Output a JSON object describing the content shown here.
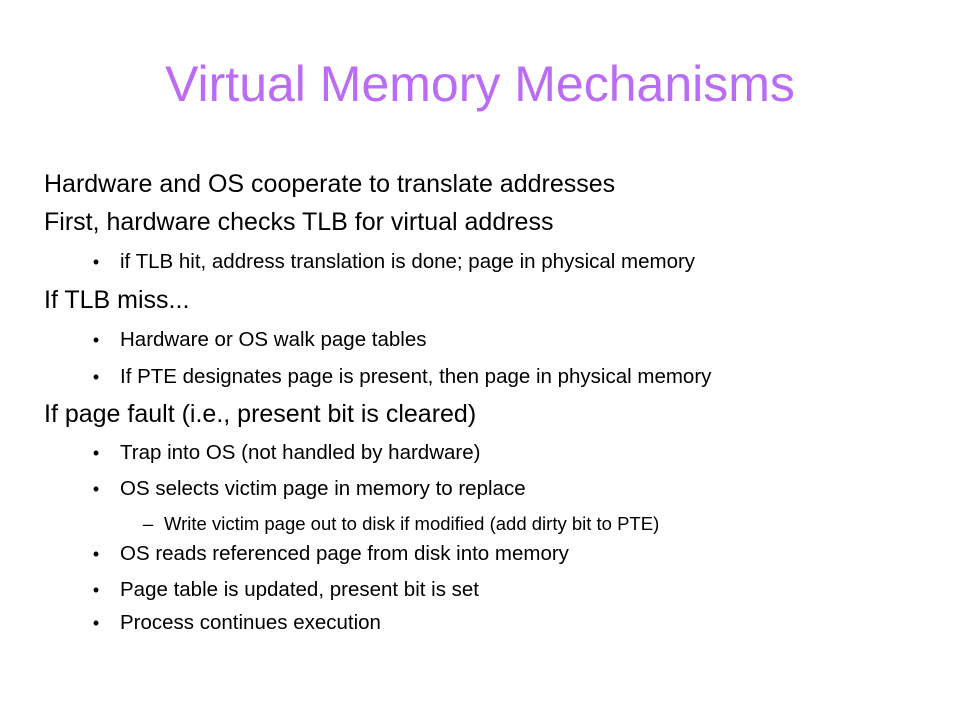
{
  "slide": {
    "title": "Virtual Memory Mechanisms",
    "items": [
      {
        "level": 1,
        "text": "Hardware and OS cooperate to translate addresses"
      },
      {
        "level": 1,
        "text": "First, hardware checks TLB for virtual address"
      },
      {
        "level": 2,
        "bullet": "•",
        "text": "if TLB hit, address translation is done; page in physical memory"
      },
      {
        "level": 1,
        "text": "If TLB miss..."
      },
      {
        "level": 2,
        "bullet": "•",
        "text": "Hardware or OS walk page tables"
      },
      {
        "level": 2,
        "bullet": "•",
        "text": "If PTE designates page is present, then page in physical memory"
      },
      {
        "level": 1,
        "text": "If page fault (i.e., present bit is cleared)"
      },
      {
        "level": 2,
        "bullet": "•",
        "text": "Trap into OS (not handled by hardware)"
      },
      {
        "level": 2,
        "bullet": "•",
        "text": "OS selects victim page in memory to replace"
      },
      {
        "level": 3,
        "bullet": "–",
        "text": "Write victim page out to disk if modified (add dirty bit to PTE)"
      },
      {
        "level": 2,
        "bullet": "•",
        "text": "OS reads referenced page from disk into memory"
      },
      {
        "level": 2,
        "bullet": "•",
        "text": "Page table is updated, present bit is set"
      },
      {
        "level": 2,
        "bullet": "•",
        "text": "Process continues execution"
      }
    ]
  },
  "colors": {
    "title": "#bb6cf5",
    "text": "#000000",
    "background": "#ffffff"
  }
}
